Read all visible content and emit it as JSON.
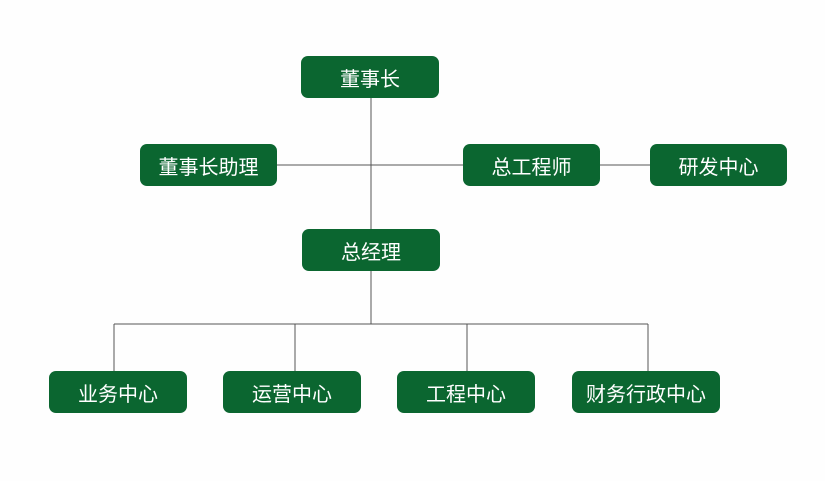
{
  "colors": {
    "node_fill": "#0b6630",
    "node_text": "#ffffff",
    "connector": "#555555",
    "background": "#fefefe"
  },
  "nodes": {
    "chairman": "董事长",
    "chairman_assistant": "董事长助理",
    "chief_engineer": "总工程师",
    "rd_center": "研发中心",
    "general_manager": "总经理",
    "business_center": "业务中心",
    "operations_center": "运营中心",
    "engineering_center": "工程中心",
    "finance_admin_center": "财务行政中心"
  }
}
